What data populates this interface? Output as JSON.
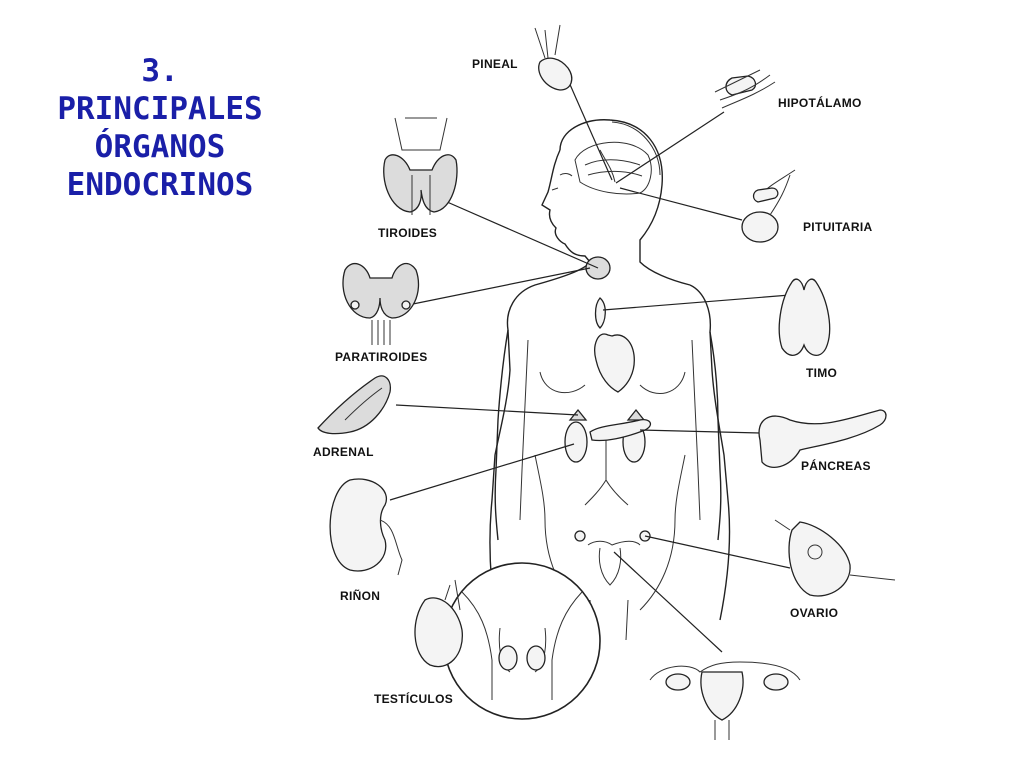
{
  "title": {
    "line1": "3.",
    "line2": "PRINCIPALES",
    "line3": "ÓRGANOS",
    "line4": "ENDOCRINOS"
  },
  "labels": {
    "pineal": "PINEAL",
    "hipotalamo": "HIPOTÁLAMO",
    "pituitaria": "PITUITARIA",
    "tiroides": "TIROIDES",
    "paratiroides": "PARATIROIDES",
    "timo": "TIMO",
    "adrenal": "ADRENAL",
    "pancreas": "PÁNCREAS",
    "rinon": "RIÑON",
    "ovario": "OVARIO",
    "testiculos": "TESTÍCULOS"
  },
  "colors": {
    "title": "#1a1fa8",
    "line": "#222222",
    "background": "#ffffff"
  }
}
